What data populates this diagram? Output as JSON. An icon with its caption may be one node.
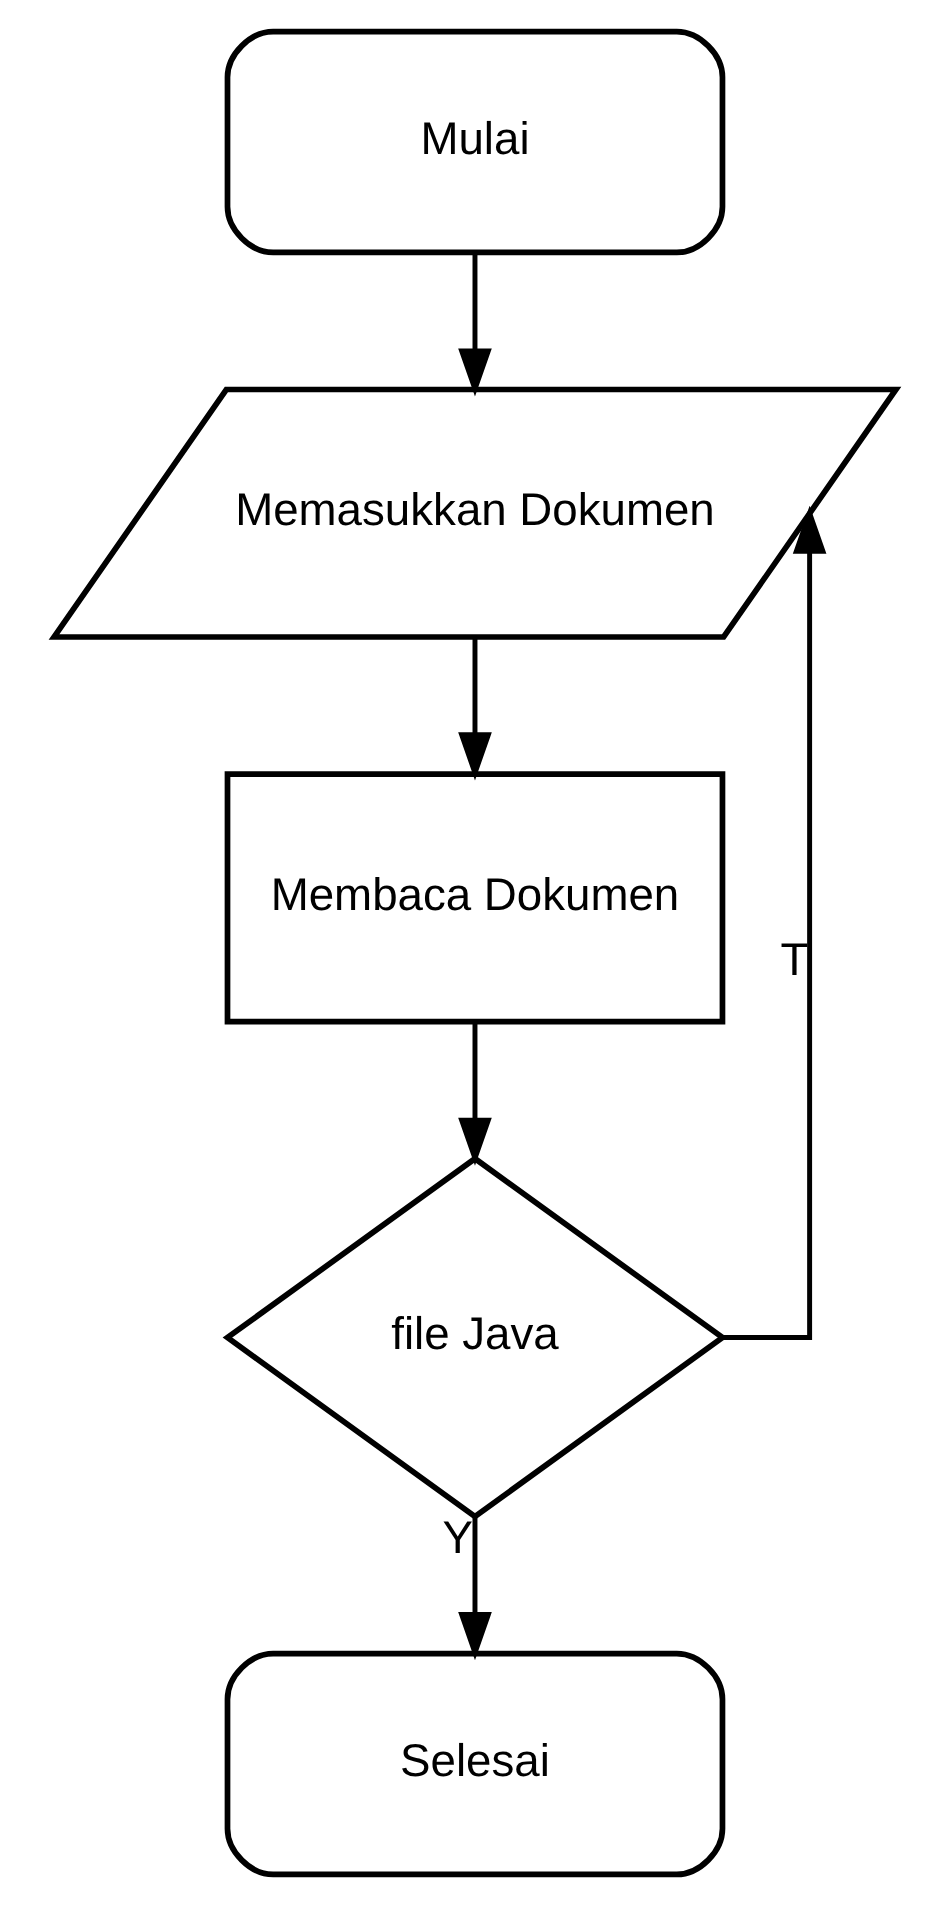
{
  "diagram": {
    "nodes": [
      {
        "text": [
          "Mulai"
        ]
      },
      {
        "text": [
          "Memasukkan Dokumen"
        ]
      },
      {
        "text": [
          "Membaca Dokumen"
        ]
      },
      {
        "text": [
          "file Java"
        ]
      },
      {
        "text": [
          "Selesai"
        ]
      }
    ],
    "edges": [
      {
        "from": 0,
        "to": 1,
        "arrow": "to"
      },
      {
        "from": 1,
        "to": 2,
        "arrow": "to"
      },
      {
        "from": 2,
        "to": 3,
        "arrow": "to"
      },
      {
        "from": 3,
        "to": 4,
        "arrow": "to",
        "label": "Y"
      },
      {
        "from": 3,
        "to": 1,
        "arrow": "to",
        "label": "T"
      }
    ]
  }
}
